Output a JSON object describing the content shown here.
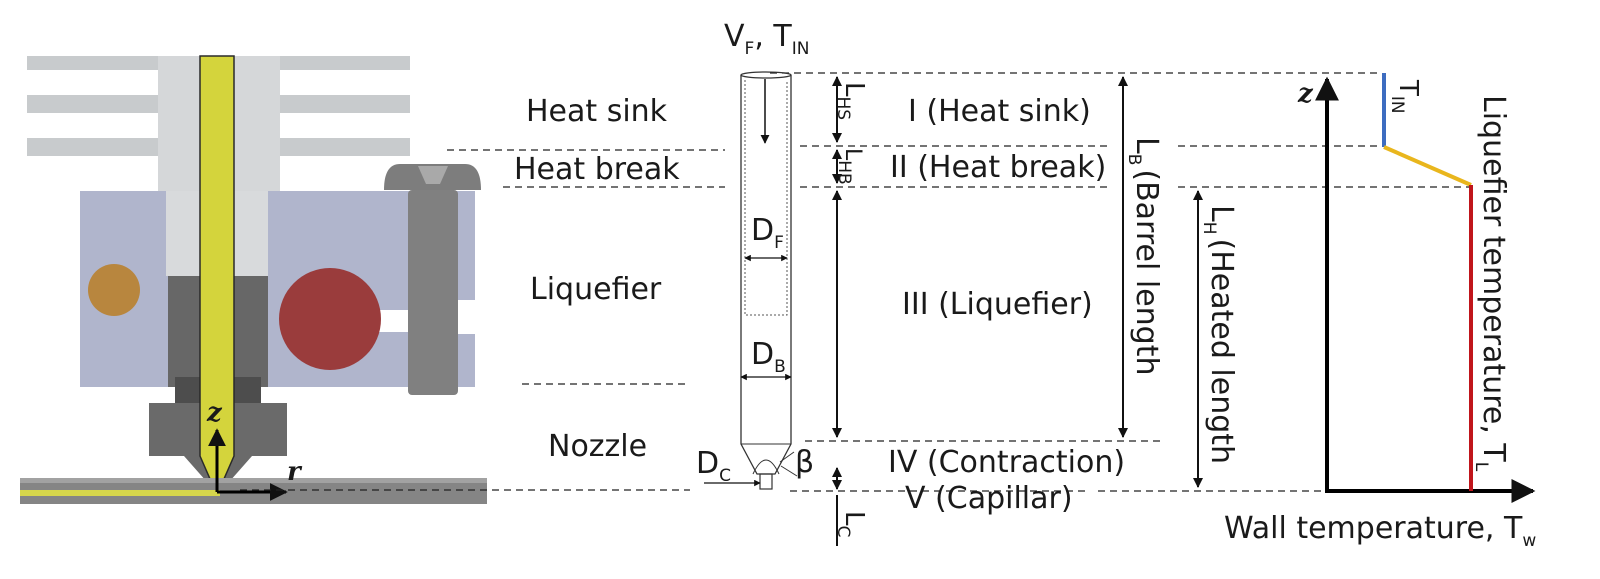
{
  "labels": {
    "vf_main": "V",
    "vf_sub": "F",
    "tin_main": "T",
    "tin_sub": "IN",
    "separator": ", ",
    "df_main": "D",
    "df_sub": "F",
    "db_main": "D",
    "db_sub": "B",
    "dc_main": "D",
    "dc_sub": "C",
    "beta": "β",
    "lhs_main": "L",
    "lhs_sub": "HS",
    "lhb_main": "L",
    "lhb_sub": "HB",
    "lc_main": "L",
    "lc_sub": "C",
    "lb_main": "L",
    "lb_sub": "B",
    "lb_text": "(Barrel length",
    "lh_main": "L",
    "lh_sub": "H",
    "lh_text": "(Heated length"
  },
  "section_names": {
    "heat_sink": "Heat sink",
    "heat_break": "Heat break",
    "liquefier": "Liquefier",
    "nozzle": "Nozzle"
  },
  "zones": {
    "zone_1": "I (Heat sink)",
    "zone_2": "II (Heat break)",
    "zone_3": "III (Liquefier)",
    "zone_4": "IV (Contraction)",
    "zone_5": "V (Capillar)"
  },
  "axes": {
    "cad_z": "z",
    "cad_r": "r",
    "profile_z": "z",
    "x_label_main": "Wall temperature, T",
    "x_label_sub": "w",
    "y_label_main": "Liquefier temperature, T",
    "y_label_sub": "L",
    "tin_main": "T",
    "tin_sub": "IN"
  },
  "colors": {
    "tin_segment": "#3d6cc0",
    "heat_break_segment": "#e9b61d",
    "liquefier_segment": "#c0151b",
    "filament": "#d4d43c",
    "heater_cartridge": "#b8863e",
    "thermistor": "#9a3c3c",
    "block": "#b0b5cc"
  }
}
